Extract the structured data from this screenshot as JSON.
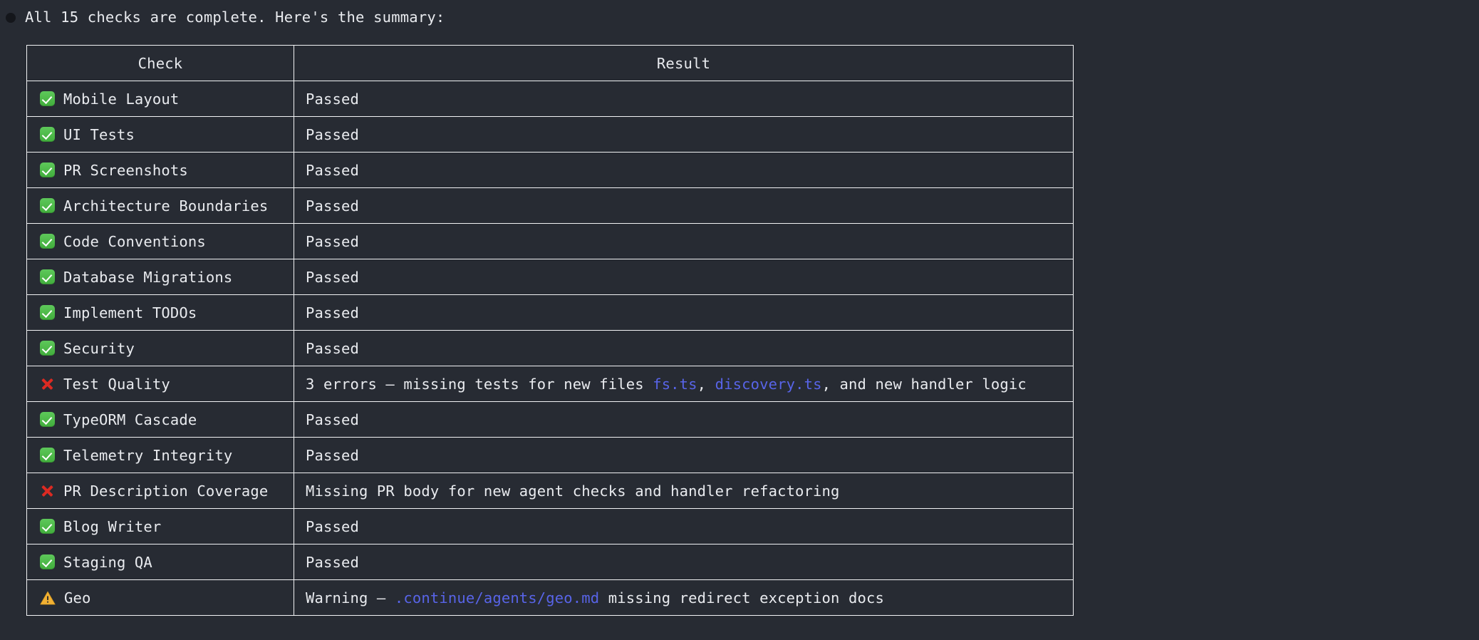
{
  "intro": {
    "bullet": "bullet-dot",
    "text": "All 15 checks are complete. Here's the summary:"
  },
  "colors": {
    "background": "#272b33",
    "text": "#e9ebef",
    "border": "#f2f3f5",
    "link": "#5864e8",
    "pass_green": "#4cb944",
    "fail_red": "#dc2a22",
    "warn_amber": "#f2b134"
  },
  "table": {
    "headers": [
      "Check",
      "Result"
    ],
    "rows": [
      {
        "status": "pass",
        "status_icon": "green-check-icon",
        "check": "Mobile Layout",
        "result_segments": [
          {
            "type": "text",
            "value": "Passed"
          }
        ]
      },
      {
        "status": "pass",
        "status_icon": "green-check-icon",
        "check": "UI Tests",
        "result_segments": [
          {
            "type": "text",
            "value": "Passed"
          }
        ]
      },
      {
        "status": "pass",
        "status_icon": "green-check-icon",
        "check": "PR Screenshots",
        "result_segments": [
          {
            "type": "text",
            "value": "Passed"
          }
        ]
      },
      {
        "status": "pass",
        "status_icon": "green-check-icon",
        "check": "Architecture Boundaries",
        "result_segments": [
          {
            "type": "text",
            "value": "Passed"
          }
        ]
      },
      {
        "status": "pass",
        "status_icon": "green-check-icon",
        "check": "Code Conventions",
        "result_segments": [
          {
            "type": "text",
            "value": "Passed"
          }
        ]
      },
      {
        "status": "pass",
        "status_icon": "green-check-icon",
        "check": "Database Migrations",
        "result_segments": [
          {
            "type": "text",
            "value": "Passed"
          }
        ]
      },
      {
        "status": "pass",
        "status_icon": "green-check-icon",
        "check": "Implement TODOs",
        "result_segments": [
          {
            "type": "text",
            "value": "Passed"
          }
        ]
      },
      {
        "status": "pass",
        "status_icon": "green-check-icon",
        "check": "Security",
        "result_segments": [
          {
            "type": "text",
            "value": "Passed"
          }
        ]
      },
      {
        "status": "fail",
        "status_icon": "red-cross-icon",
        "check": "Test Quality",
        "result_segments": [
          {
            "type": "text",
            "value": "3 errors — missing tests for new files "
          },
          {
            "type": "link",
            "value": "fs.ts"
          },
          {
            "type": "text",
            "value": ", "
          },
          {
            "type": "link",
            "value": "discovery.ts"
          },
          {
            "type": "text",
            "value": ", and new handler logic"
          }
        ]
      },
      {
        "status": "pass",
        "status_icon": "green-check-icon",
        "check": "TypeORM Cascade",
        "result_segments": [
          {
            "type": "text",
            "value": "Passed"
          }
        ]
      },
      {
        "status": "pass",
        "status_icon": "green-check-icon",
        "check": "Telemetry Integrity",
        "result_segments": [
          {
            "type": "text",
            "value": "Passed"
          }
        ]
      },
      {
        "status": "fail",
        "status_icon": "red-cross-icon",
        "check": "PR Description Coverage",
        "result_segments": [
          {
            "type": "text",
            "value": "Missing PR body for new agent checks and handler refactoring"
          }
        ]
      },
      {
        "status": "pass",
        "status_icon": "green-check-icon",
        "check": "Blog Writer",
        "result_segments": [
          {
            "type": "text",
            "value": "Passed"
          }
        ]
      },
      {
        "status": "pass",
        "status_icon": "green-check-icon",
        "check": "Staging QA",
        "result_segments": [
          {
            "type": "text",
            "value": "Passed"
          }
        ]
      },
      {
        "status": "warn",
        "status_icon": "warning-triangle-icon",
        "check": "Geo",
        "result_segments": [
          {
            "type": "text",
            "value": "Warning — "
          },
          {
            "type": "link",
            "value": ".continue/agents/geo.md"
          },
          {
            "type": "text",
            "value": " missing redirect exception docs"
          }
        ]
      }
    ]
  }
}
